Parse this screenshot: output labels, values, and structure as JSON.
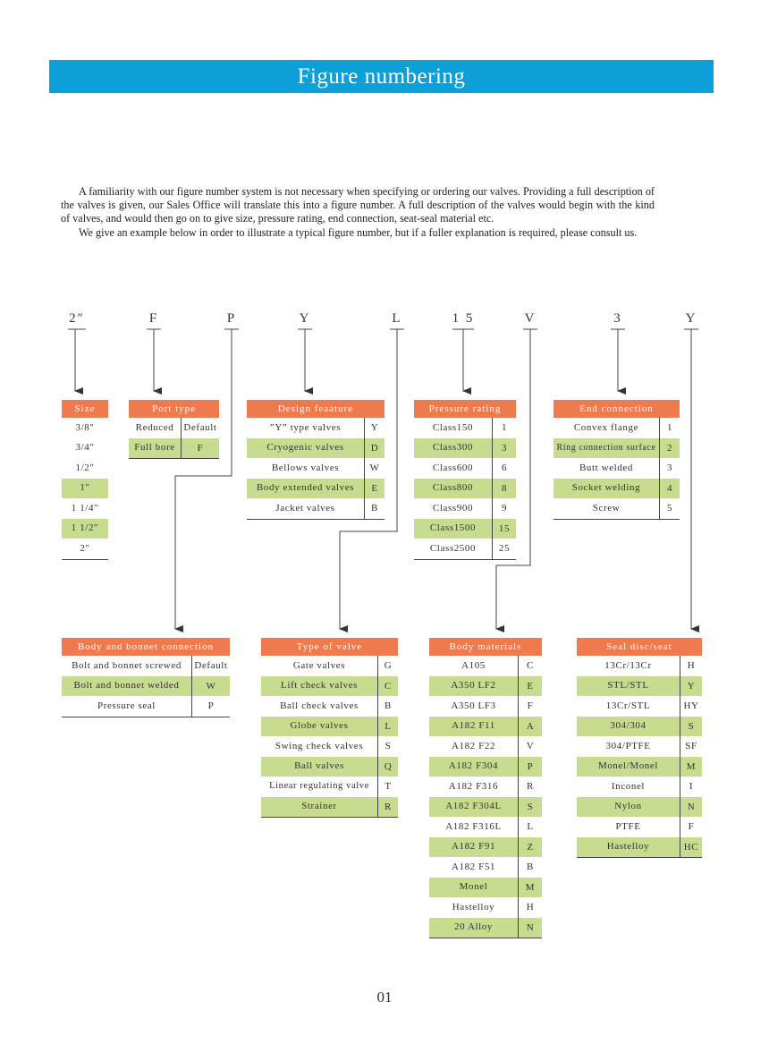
{
  "page_title": "Figure numbering",
  "intro": [
    "A familiarity with our figure number system is not necessary when specifying or ordering our valves. Providing a full description of the valves is given, our Sales Office will translate this into a figure number. A full description of the valves would begin with the kind of valves, and would then go on to give size, pressure rating, end connection, seat-seal material etc.",
    "We give an example below in order to illustrate a typical figure number, but if a fuller explanation is required, please consult us."
  ],
  "figure_code": [
    "2″",
    "F",
    "P",
    "Y",
    "L",
    "1 5",
    "V",
    "3",
    "Y"
  ],
  "tables": {
    "size": {
      "header": "Size",
      "rows": [
        {
          "name": "3/8″",
          "code": ""
        },
        {
          "name": "3/4″",
          "code": ""
        },
        {
          "name": "1/2″",
          "code": ""
        },
        {
          "name": "1″",
          "code": ""
        },
        {
          "name": "1 1/4″",
          "code": ""
        },
        {
          "name": "1 1/2″",
          "code": ""
        },
        {
          "name": "2″",
          "code": ""
        }
      ]
    },
    "port_type": {
      "header": "Port type",
      "rows": [
        {
          "name": "Reduced",
          "code": "Default"
        },
        {
          "name": "Full bore",
          "code": "F"
        }
      ]
    },
    "design_feature": {
      "header": "Design feaature",
      "rows": [
        {
          "name": "”Y” type valves",
          "code": "Y"
        },
        {
          "name": "Cryogenic valves",
          "code": "D"
        },
        {
          "name": "Bellows valves",
          "code": "W"
        },
        {
          "name": "Body extended valves",
          "code": "E"
        },
        {
          "name": "Jacket valves",
          "code": "B"
        }
      ]
    },
    "pressure_rating": {
      "header": "Pressure rating",
      "rows": [
        {
          "name": "Class150",
          "code": "1"
        },
        {
          "name": "Class300",
          "code": "3"
        },
        {
          "name": "Class600",
          "code": "6"
        },
        {
          "name": "Class800",
          "code": "8"
        },
        {
          "name": "Class900",
          "code": "9"
        },
        {
          "name": "Class1500",
          "code": "15"
        },
        {
          "name": "Class2500",
          "code": "25"
        }
      ]
    },
    "end_connection": {
      "header": "End connection",
      "rows": [
        {
          "name": "Convex flange",
          "code": "1"
        },
        {
          "name": "Ring connection surface",
          "code": "2"
        },
        {
          "name": "Butt welded",
          "code": "3"
        },
        {
          "name": "Socket welding",
          "code": "4"
        },
        {
          "name": "Screw",
          "code": "5"
        }
      ]
    },
    "body_bonnet": {
      "header": "Body and bonnet connection",
      "rows": [
        {
          "name": "Bolt and bonnet screwed",
          "code": "Default"
        },
        {
          "name": "Bolt and bonnet welded",
          "code": "W"
        },
        {
          "name": "Pressure seal",
          "code": "P"
        }
      ]
    },
    "valve_type": {
      "header": "Type of valve",
      "rows": [
        {
          "name": "Gate valves",
          "code": "G"
        },
        {
          "name": "Lift check valves",
          "code": "C"
        },
        {
          "name": "Ball check valves",
          "code": "B"
        },
        {
          "name": "Globe valves",
          "code": "L"
        },
        {
          "name": "Swing check valves",
          "code": "S"
        },
        {
          "name": "Ball valves",
          "code": "Q"
        },
        {
          "name": "Linear regulating valve",
          "code": "T"
        },
        {
          "name": "Strainer",
          "code": "R"
        }
      ]
    },
    "body_materials": {
      "header": "Body materials",
      "rows": [
        {
          "name": "A105",
          "code": "C"
        },
        {
          "name": "A350 LF2",
          "code": "E"
        },
        {
          "name": "A350 LF3",
          "code": "F"
        },
        {
          "name": "A182 F11",
          "code": "A"
        },
        {
          "name": "A182 F22",
          "code": "V"
        },
        {
          "name": "A182 F304",
          "code": "P"
        },
        {
          "name": "A182 F316",
          "code": "R"
        },
        {
          "name": "A182 F304L",
          "code": "S"
        },
        {
          "name": "A182 F316L",
          "code": "L"
        },
        {
          "name": "A182 F91",
          "code": "Z"
        },
        {
          "name": "A182 F51",
          "code": "B"
        },
        {
          "name": "Monel",
          "code": "M"
        },
        {
          "name": "Hastelloy",
          "code": "H"
        },
        {
          "name": "20 Alloy",
          "code": "N"
        }
      ]
    },
    "seal": {
      "header": "Seal disc/seat",
      "rows": [
        {
          "name": "13Cr/13Cr",
          "code": "H"
        },
        {
          "name": "STL/STL",
          "code": "Y"
        },
        {
          "name": "13Cr/STL",
          "code": "HY"
        },
        {
          "name": "304/304",
          "code": "S"
        },
        {
          "name": "304/PTFE",
          "code": "SF"
        },
        {
          "name": "Monel/Monel",
          "code": "M"
        },
        {
          "name": "Inconel",
          "code": "I"
        },
        {
          "name": "Nylon",
          "code": "N"
        },
        {
          "name": "PTFE",
          "code": "F"
        },
        {
          "name": "Hastelloy",
          "code": "HC"
        }
      ]
    }
  },
  "page_number": "01",
  "colors": {
    "banner": "#0d9fd8",
    "table_header": "#ee7a4e",
    "row_highlight": "#c8dc90"
  }
}
